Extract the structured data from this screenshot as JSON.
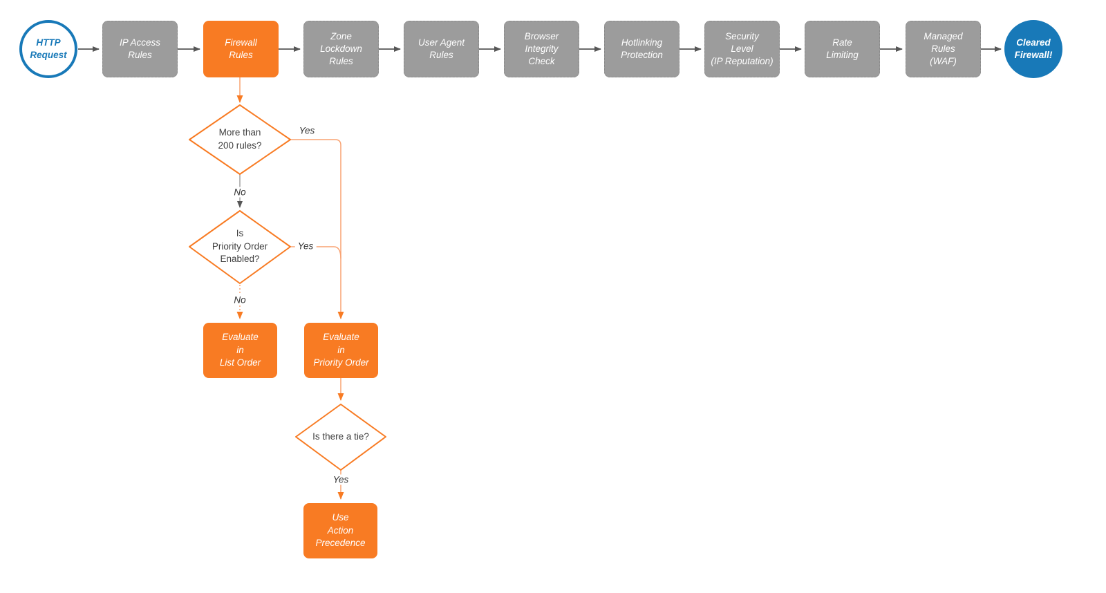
{
  "colors": {
    "accent_orange": "#f87b23",
    "accent_orange_light": "#f9a271",
    "brand_blue": "#1879b8",
    "node_gray": "#9c9c9c",
    "arrow_gray": "#565656",
    "text_dark": "#404040"
  },
  "nodes": {
    "start": {
      "label": "HTTP\nRequest"
    },
    "pipeline": [
      {
        "label": "IP Access\nRules"
      },
      {
        "label": "Firewall\nRules"
      },
      {
        "label": "Zone\nLockdown\nRules"
      },
      {
        "label": "User Agent\nRules"
      },
      {
        "label": "Browser\nIntegrity\nCheck"
      },
      {
        "label": "Hotlinking\nProtection"
      },
      {
        "label": "Security\nLevel\n(IP Reputation)"
      },
      {
        "label": "Rate\nLimiting"
      },
      {
        "label": "Managed\nRules\n(WAF)"
      }
    ],
    "end": {
      "label": "Cleared\nFirewall!"
    },
    "decisions": [
      {
        "label": "More than\n200 rules?"
      },
      {
        "label": "Is\nPriority Order\nEnabled?"
      },
      {
        "label": "Is there a tie?"
      }
    ],
    "actions": [
      {
        "label": "Evaluate\nin\nList Order"
      },
      {
        "label": "Evaluate\nin\nPriority Order"
      },
      {
        "label": "Use\nAction\nPrecedence"
      }
    ]
  },
  "edge_labels": {
    "decision1_yes": "Yes",
    "decision1_no": "No",
    "decision2_yes": "Yes",
    "decision2_no": "No",
    "decision3_yes": "Yes"
  }
}
